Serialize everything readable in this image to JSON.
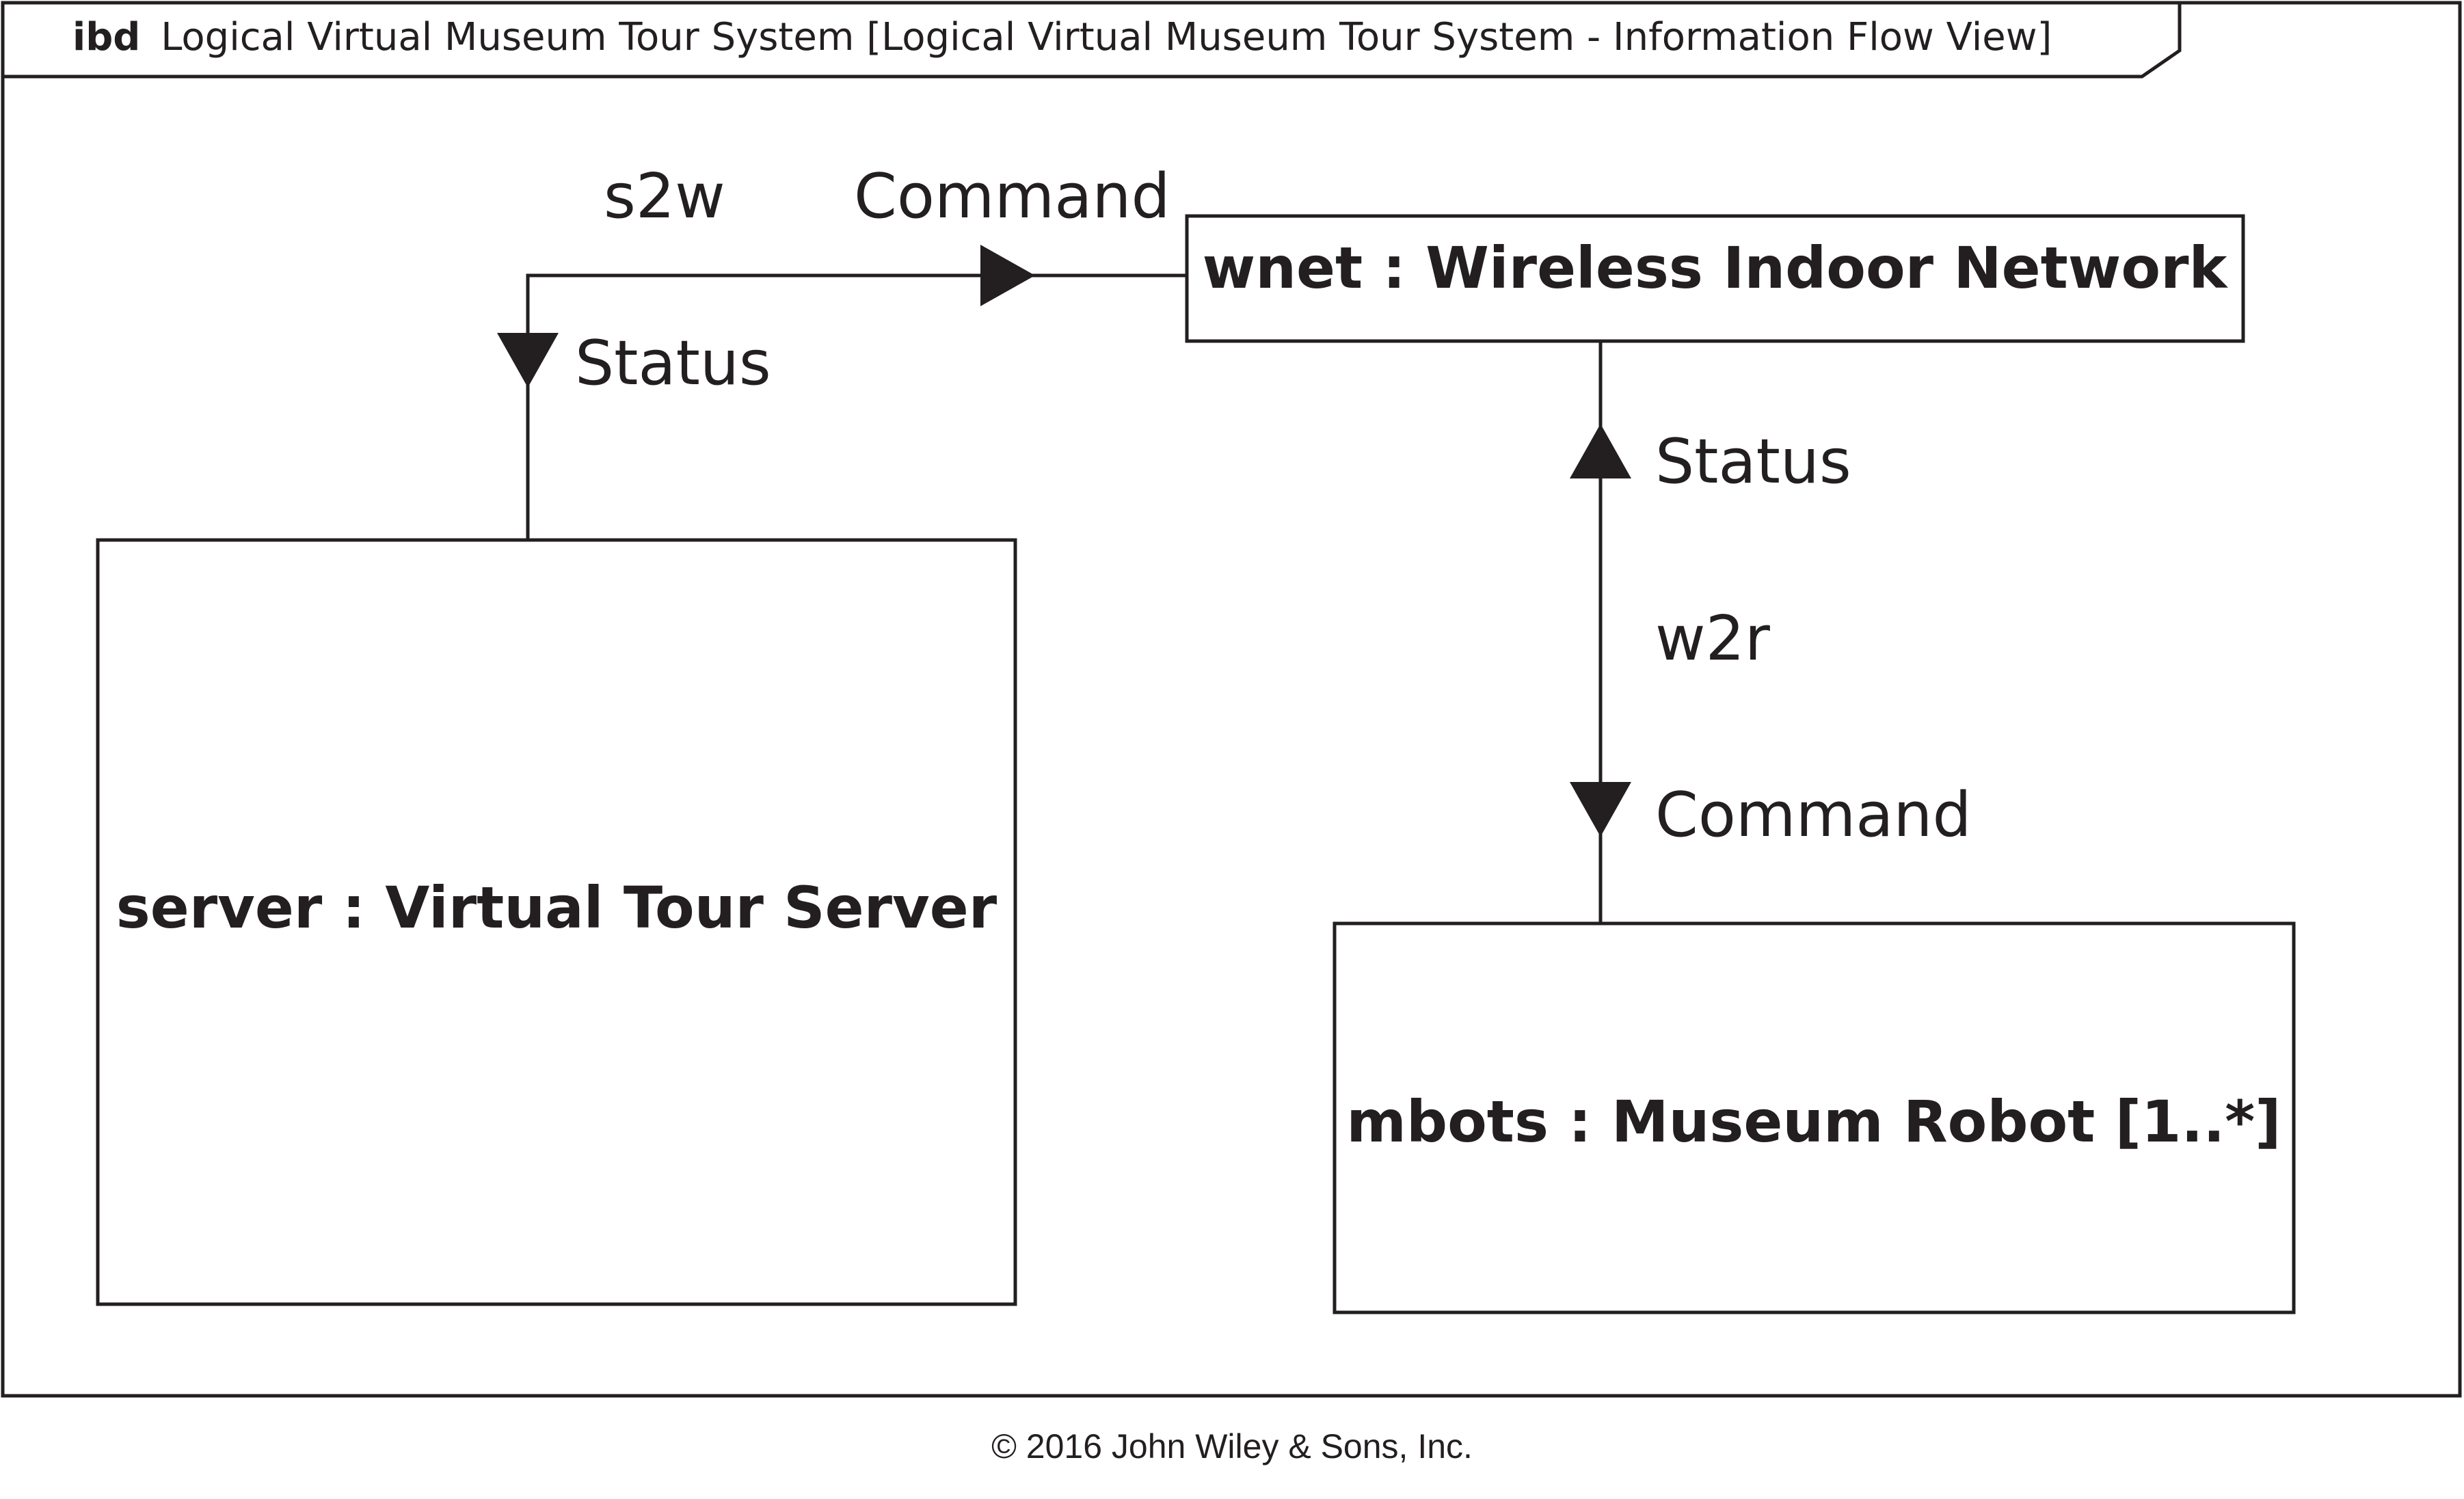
{
  "frame": {
    "kind": "ibd",
    "title": "Logical Virtual Museum Tour System [Logical Virtual Museum Tour System - Information Flow View]"
  },
  "parts": {
    "server": {
      "label": "server : Virtual Tour Server"
    },
    "wnet": {
      "label": "wnet : Wireless Indoor Network"
    },
    "mbots": {
      "label": "mbots : Museum Robot [1..*]"
    }
  },
  "connectors": {
    "s2w": {
      "name": "s2w",
      "flows": [
        {
          "item": "Command",
          "direction": "server to wnet"
        },
        {
          "item": "Status",
          "direction": "wnet to server"
        }
      ]
    },
    "w2r": {
      "name": "w2r",
      "flows": [
        {
          "item": "Status",
          "direction": "mbots to wnet"
        },
        {
          "item": "Command",
          "direction": "wnet to mbots"
        }
      ]
    }
  },
  "copyright": "© 2016 John Wiley & Sons, Inc."
}
